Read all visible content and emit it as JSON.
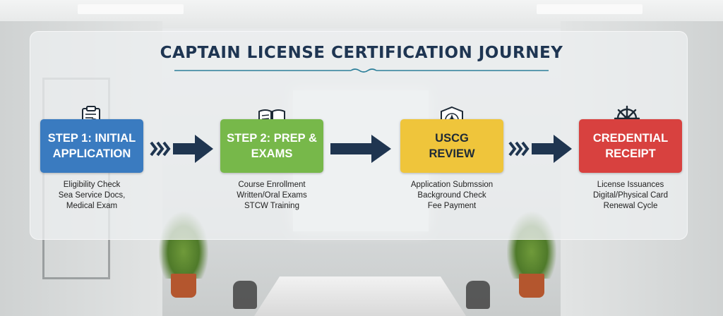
{
  "title": "CAPTAIN LICENSE CERTIFICATION JOURNEY",
  "colors": {
    "title": "#1e3552",
    "arrow": "#1f3550",
    "step1": "#3a7bc0",
    "step2": "#77b84a",
    "step3": "#efc53b",
    "step4": "#d8413f"
  },
  "steps": [
    {
      "label_line1": "STEP 1: INITIAL",
      "label_line2": "APPLICATION",
      "icon": "clipboard-search-icon",
      "details": [
        "Eligibility Check",
        "Sea Service Docs,",
        "Medical Exam"
      ]
    },
    {
      "label_line1": "STEP 2: PREP &",
      "label_line2": "EXAMS",
      "icon": "book-icon",
      "details": [
        "Course Enrollment",
        "Written/Oral Exams",
        "STCW Training"
      ]
    },
    {
      "label_line1": "USCG",
      "label_line2": "REVIEW",
      "icon": "shield-compass-icon",
      "details": [
        "Application Submssion",
        "Background Check",
        "Fee Payment"
      ]
    },
    {
      "label_line1": "CREDENTIAL",
      "label_line2": "RECEIPT",
      "icon": "ship-wheel-icon",
      "details": [
        "License Issuances",
        "Digital/Physical Card",
        "Renewal Cycle"
      ]
    }
  ]
}
